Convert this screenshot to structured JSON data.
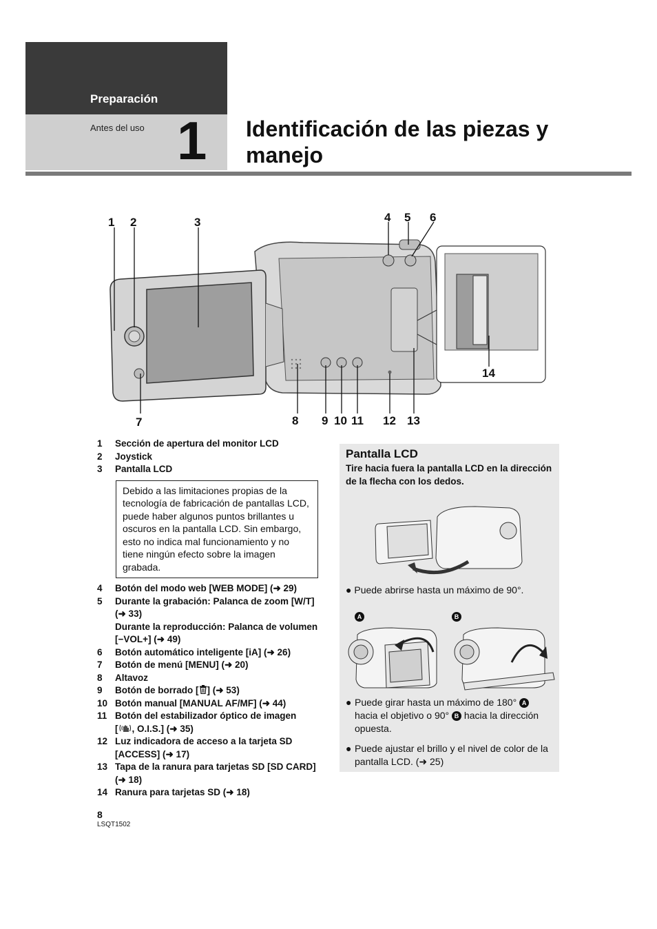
{
  "header": {
    "section": "Preparación",
    "subsection": "Antes del uso",
    "chapter_number": "1",
    "title": "Identificación de las piezas y manejo"
  },
  "diagram": {
    "callouts": [
      "1",
      "2",
      "3",
      "4",
      "5",
      "6",
      "7",
      "8",
      "9",
      "10",
      "11",
      "12",
      "13",
      "14"
    ]
  },
  "parts": [
    {
      "num": "1",
      "text": "Sección de apertura del monitor LCD"
    },
    {
      "num": "2",
      "text": "Joystick"
    },
    {
      "num": "3",
      "text": "Pantalla LCD"
    },
    {
      "num": "4",
      "text": "Botón del modo web [WEB MODE] (➜ 29)"
    },
    {
      "num": "5",
      "text": "Durante la grabación: Palanca de zoom [W/T] (➜ 33)"
    },
    {
      "num": "",
      "text": "Durante la reproducción: Palanca de volumen [−VOL+] (➜ 49)"
    },
    {
      "num": "6",
      "text": "Botón automático inteligente [iA] (➜ 26)"
    },
    {
      "num": "7",
      "text": "Botón de menú [MENU] (➜ 20)"
    },
    {
      "num": "8",
      "text": "Altavoz"
    },
    {
      "num": "9",
      "text_before": "Botón de borrado [",
      "icon": "trash-icon",
      "text_after": "] (➜ 53)"
    },
    {
      "num": "10",
      "text": "Botón manual [MANUAL AF/MF] (➜ 44)"
    },
    {
      "num": "11",
      "text": "Botón del estabilizador óptico de imagen",
      "text2_before": "[",
      "icon": "stabilizer-hand-icon",
      "text2_after": ", O.I.S.] (➜ 35)"
    },
    {
      "num": "12",
      "text": "Luz indicadora de acceso a la tarjeta SD [ACCESS] (➜ 17)"
    },
    {
      "num": "13",
      "text": "Tapa de la ranura para tarjetas SD [SD CARD] (➜ 18)"
    },
    {
      "num": "14",
      "text": "Ranura para tarjetas SD (➜ 18)"
    }
  ],
  "lcd_note": "Debido a las limitaciones propias de la tecnología de fabricación de pantallas LCD, puede haber algunos puntos brillantes u oscuros en la pantalla LCD. Sin embargo, esto no indica mal funcionamiento y no tiene ningún efecto sobre la imagen grabada.",
  "panel": {
    "title": "Pantalla LCD",
    "lead": "Tire hacia fuera la pantalla LCD en la dirección de la flecha con los dedos.",
    "bullet1": "Puede abrirse hasta un máximo de 90°.",
    "label_a": "A",
    "label_b": "B",
    "bullet2_part1": "Puede girar hasta un máximo de 180°",
    "bullet2_part2": "hacia el objetivo o 90°",
    "bullet2_part3": "hacia la dirección opuesta.",
    "bullet3": "Puede ajustar el brillo y el nivel de color de la pantalla LCD. (➜ 25)",
    "bullet_glyph": "●"
  },
  "footer": {
    "page": "8",
    "model": "LSQT1502"
  }
}
